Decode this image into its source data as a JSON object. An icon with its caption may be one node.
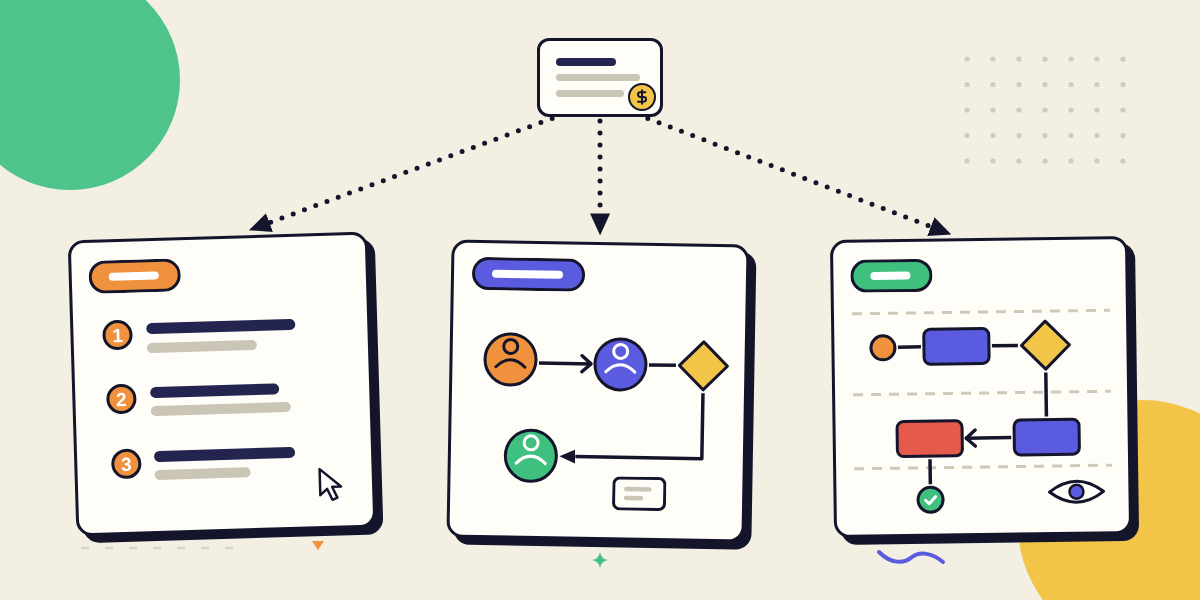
{
  "diagram": {
    "nodes": [
      {
        "text": [],
        "shape": "box"
      },
      {
        "text": [],
        "shape": "box"
      },
      {
        "text": [
          "1"
        ],
        "in": 1
      },
      {
        "text": [
          "2"
        ],
        "in": 1
      },
      {
        "text": [
          "3"
        ],
        "in": 1
      },
      {
        "text": [],
        "shape": "box"
      },
      {
        "text": [],
        "shape": "person",
        "in": 5
      },
      {
        "text": [],
        "shape": "person",
        "in": 5
      },
      {
        "text": [],
        "shape": "diamond",
        "in": 5
      },
      {
        "text": [],
        "shape": "person",
        "in": 5
      },
      {
        "text": [],
        "shape": "box"
      },
      {
        "text": [],
        "shape": "circle",
        "in": 10
      },
      {
        "text": [],
        "shape": "box",
        "in": 10
      },
      {
        "text": [],
        "shape": "diamond",
        "in": 10
      },
      {
        "text": [],
        "shape": "box",
        "in": 10
      },
      {
        "text": [],
        "shape": "box",
        "in": 10
      },
      {
        "text": [],
        "shape": "circle",
        "in": 10
      }
    ],
    "edges": [
      {
        "from": 0,
        "to": 1,
        "arrow": "to",
        "style": "dashed"
      },
      {
        "from": 0,
        "to": 5,
        "arrow": "to",
        "style": "dashed"
      },
      {
        "from": 0,
        "to": 10,
        "arrow": "to",
        "style": "dashed"
      },
      {
        "from": 6,
        "to": 7,
        "arrow": "to"
      },
      {
        "from": 7,
        "to": 8,
        "arrow": "none"
      },
      {
        "from": 8,
        "to": 9,
        "arrow": "to"
      },
      {
        "from": 11,
        "to": 12,
        "arrow": "none"
      },
      {
        "from": 12,
        "to": 13,
        "arrow": "none"
      },
      {
        "from": 13,
        "to": 15,
        "arrow": "none"
      },
      {
        "from": 15,
        "to": 14,
        "arrow": "to"
      },
      {
        "from": 14,
        "to": 16,
        "arrow": "none"
      }
    ]
  }
}
